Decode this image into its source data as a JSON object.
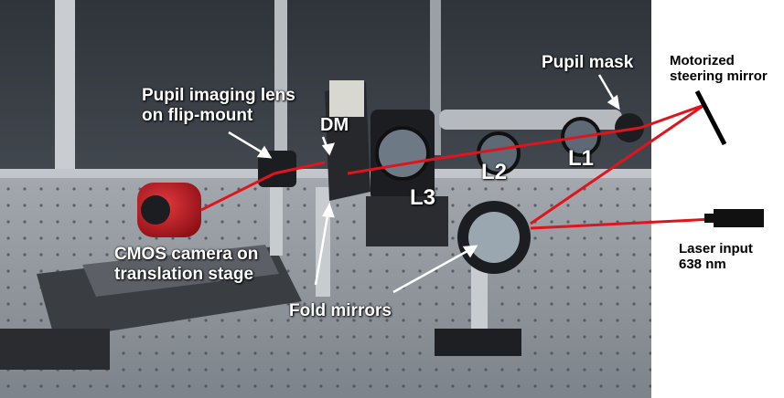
{
  "labels": {
    "pupil_imaging_lens_line1": "Pupil imaging lens",
    "pupil_imaging_lens_line2": "on flip-mount",
    "dm": "DM",
    "pupil_mask": "Pupil mask",
    "motorized_line1": "Motorized",
    "motorized_line2": "steering mirror",
    "l1": "L1",
    "l2": "L2",
    "l3": "L3",
    "cmos_line1": "CMOS camera on",
    "cmos_line2": "translation stage",
    "fold_mirrors": "Fold mirrors",
    "laser_line1": "Laser input",
    "laser_line2": "638 nm"
  },
  "colors": {
    "beam": "#e0141c",
    "camera": "#c4161c",
    "table": "#8f959c",
    "hole": "#4a4e54",
    "optic_dark": "#1c1d20",
    "background_window": "#3a4048"
  }
}
